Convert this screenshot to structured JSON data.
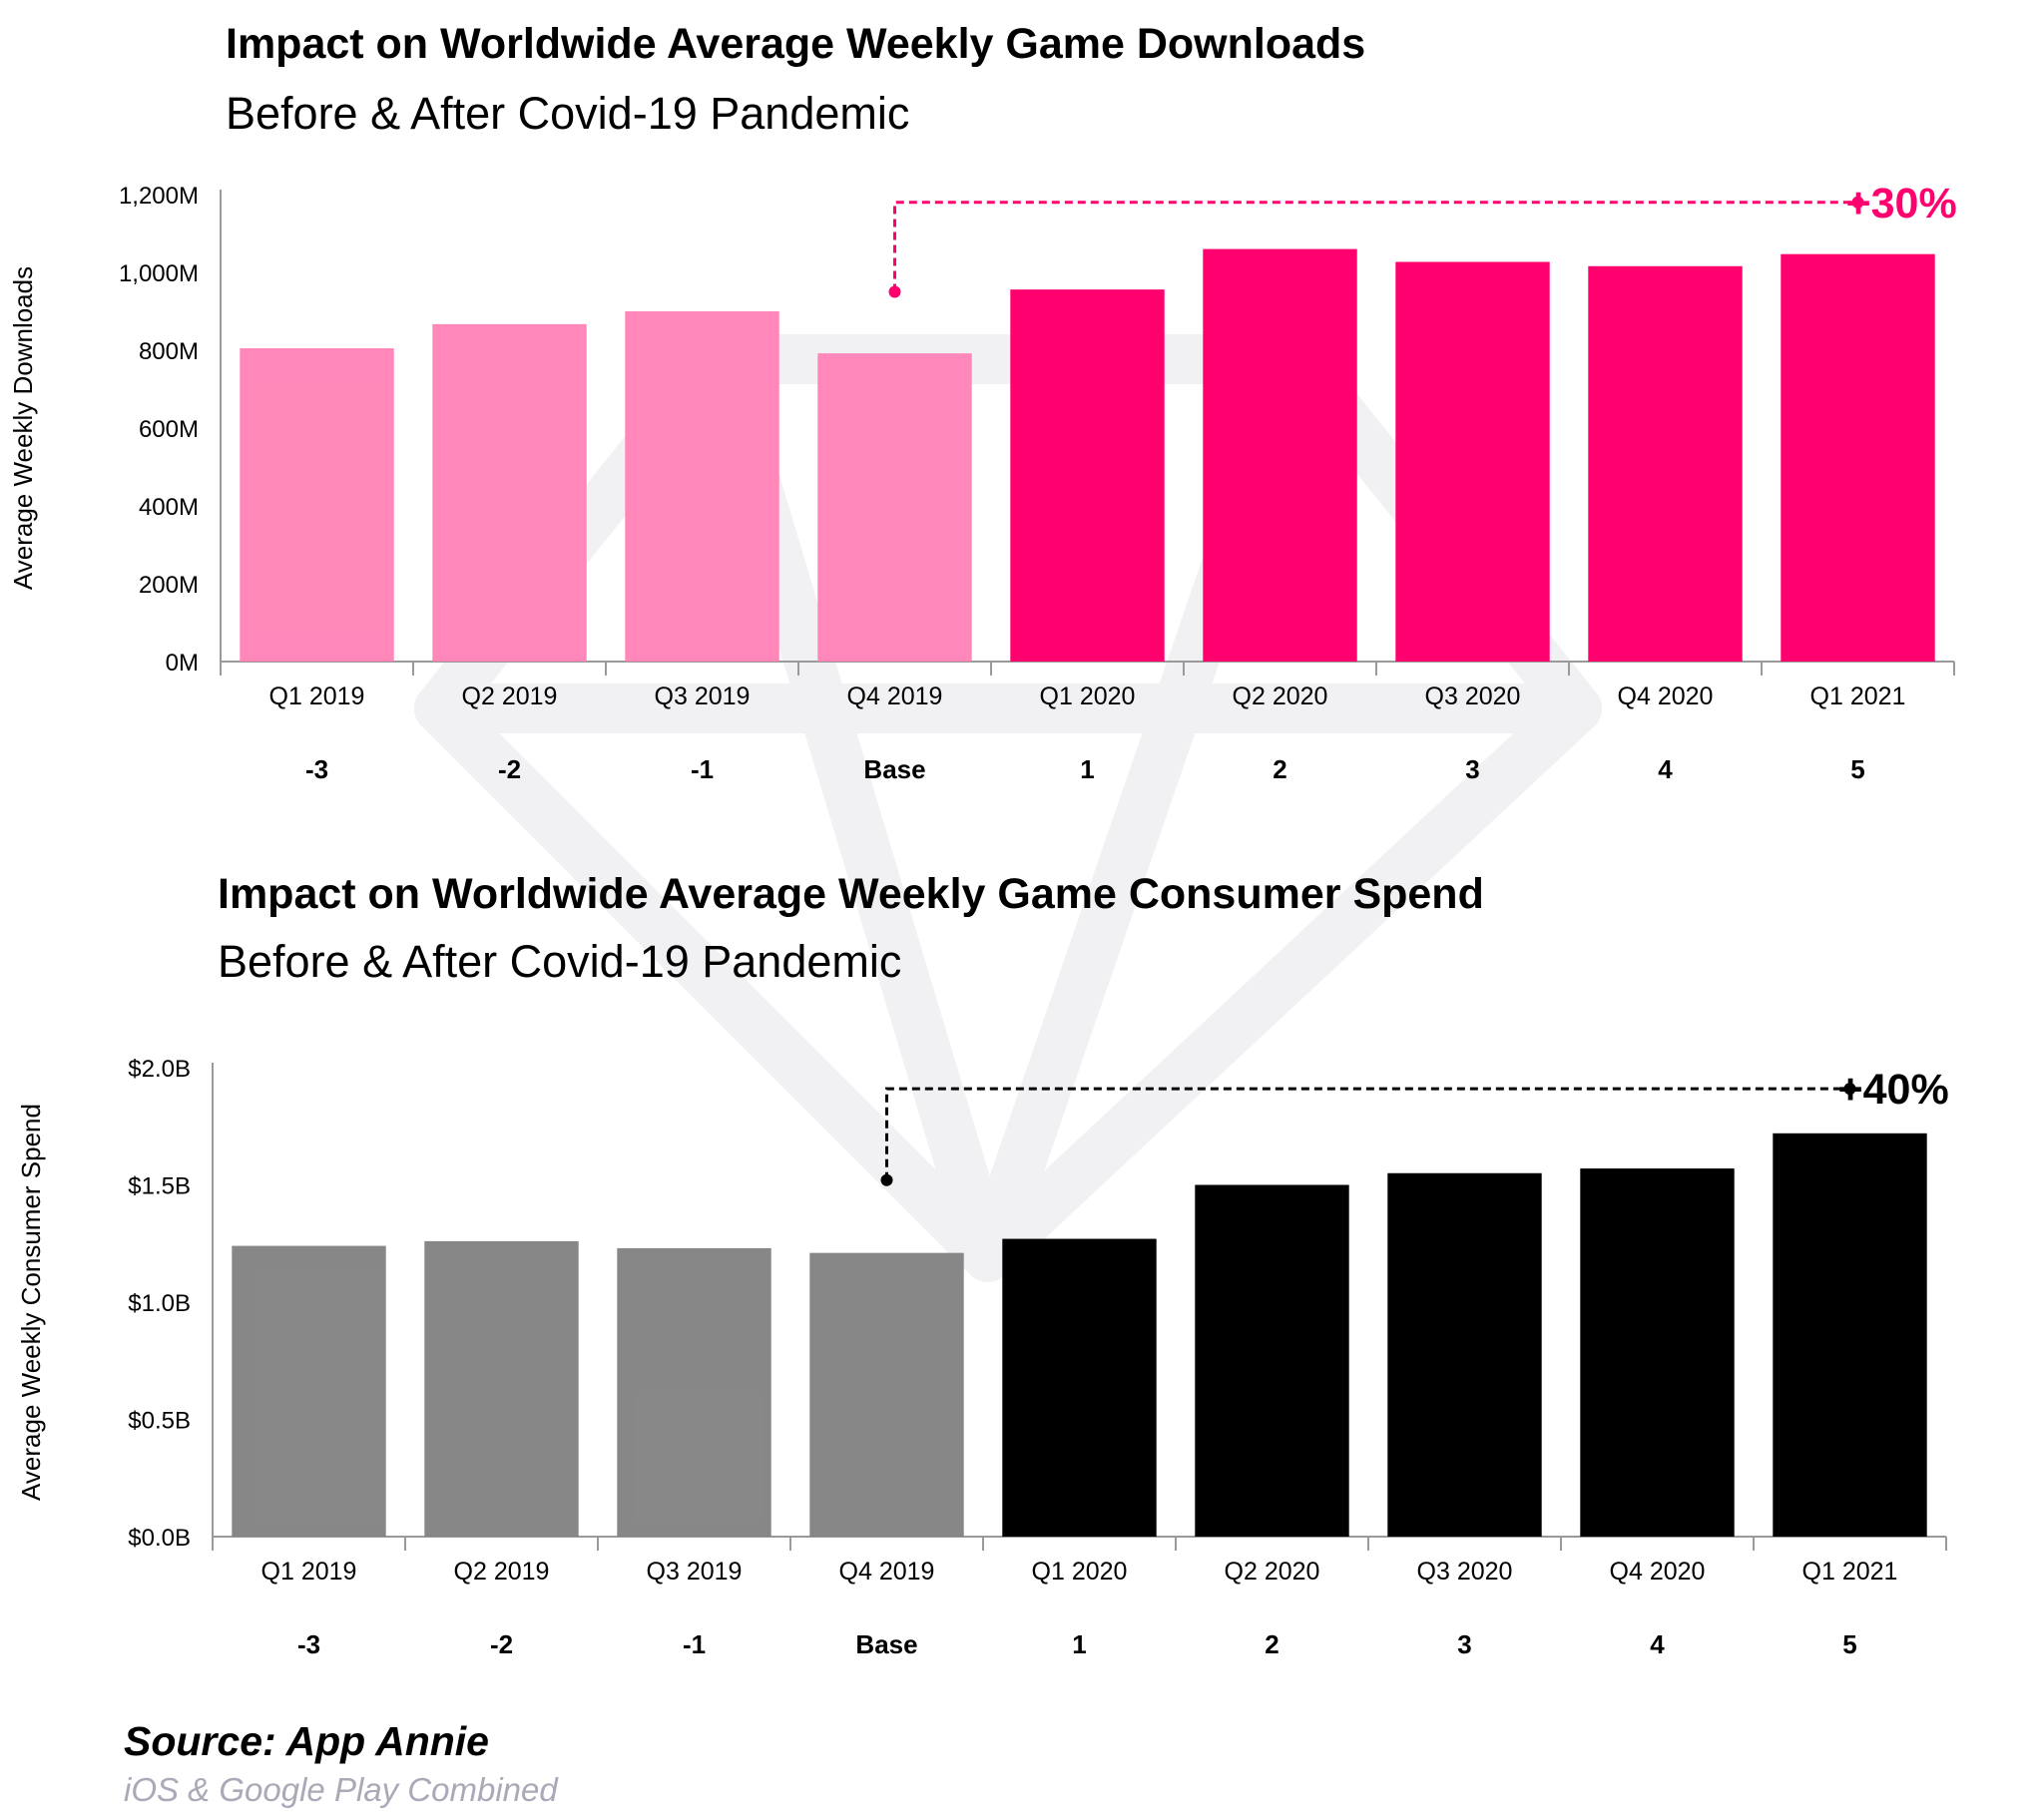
{
  "colors": {
    "downloads_before": "#ff80b5",
    "downloads_after": "#ff006e",
    "spend_before": "#808080",
    "spend_after": "#000000",
    "downloads_annotation": "#ff006e",
    "spend_annotation": "#000000",
    "watermark": "#f1f1f4"
  },
  "watermark_icon": "diamond-logo-watermark",
  "downloads": {
    "title": "Impact on Worldwide Average Weekly Game Downloads",
    "subtitle": "Before & After Covid-19 Pandemic"
  },
  "spend": {
    "title": "Impact on Worldwide Average Weekly Game Consumer Spend",
    "subtitle": "Before & After Covid-19 Pandemic"
  },
  "footer": {
    "source": "Source: App Annie",
    "note": "iOS & Google Play Combined"
  },
  "chart_data": [
    {
      "type": "bar",
      "title": "Impact on Worldwide Average Weekly Game Downloads",
      "subtitle": "Before & After Covid-19 Pandemic",
      "ylabel": "Average Weekly Downloads",
      "categories": [
        "Q1 2019",
        "Q2 2019",
        "Q3 2019",
        "Q4 2019",
        "Q1 2020",
        "Q2 2020",
        "Q3 2020",
        "Q4 2020",
        "Q1 2021"
      ],
      "relative_quarters": [
        "-3",
        "-2",
        "-1",
        "Base",
        "1",
        "2",
        "3",
        "4",
        "5"
      ],
      "values": [
        805,
        867,
        900,
        792,
        956,
        1060,
        1027,
        1016,
        1047
      ],
      "pre_pandemic_count": 4,
      "ylim": [
        0,
        1200
      ],
      "yticks": [
        0,
        200,
        400,
        600,
        800,
        1000,
        1200
      ],
      "ytick_labels": [
        "0M",
        "200M",
        "400M",
        "600M",
        "800M",
        "1,000M",
        "1,200M"
      ],
      "grid": false,
      "annotation": {
        "text": "+30%",
        "from": "Q4 2019",
        "to": "Q1 2021",
        "start_value": 950,
        "line_value": 1180
      }
    },
    {
      "type": "bar",
      "title": "Impact on Worldwide Average Weekly Game Consumer Spend",
      "subtitle": "Before & After Covid-19 Pandemic",
      "ylabel": "Average Weekly Consumer Spend",
      "categories": [
        "Q1 2019",
        "Q2 2019",
        "Q3 2019",
        "Q4 2019",
        "Q1 2020",
        "Q2 2020",
        "Q3 2020",
        "Q4 2020",
        "Q1 2021"
      ],
      "relative_quarters": [
        "-3",
        "-2",
        "-1",
        "Base",
        "1",
        "2",
        "3",
        "4",
        "5"
      ],
      "values": [
        1.24,
        1.26,
        1.23,
        1.21,
        1.27,
        1.5,
        1.55,
        1.57,
        1.72
      ],
      "pre_pandemic_count": 4,
      "ylim": [
        0,
        2.0
      ],
      "yticks": [
        0,
        0.5,
        1.0,
        1.5,
        2.0
      ],
      "ytick_labels": [
        "$0.0B",
        "$0.5B",
        "$1.0B",
        "$1.5B",
        "$2.0B"
      ],
      "grid": false,
      "annotation": {
        "text": "+40%",
        "from": "Q4 2019",
        "to": "Q1 2021",
        "start_value": 1.52,
        "line_value": 1.91
      }
    }
  ]
}
